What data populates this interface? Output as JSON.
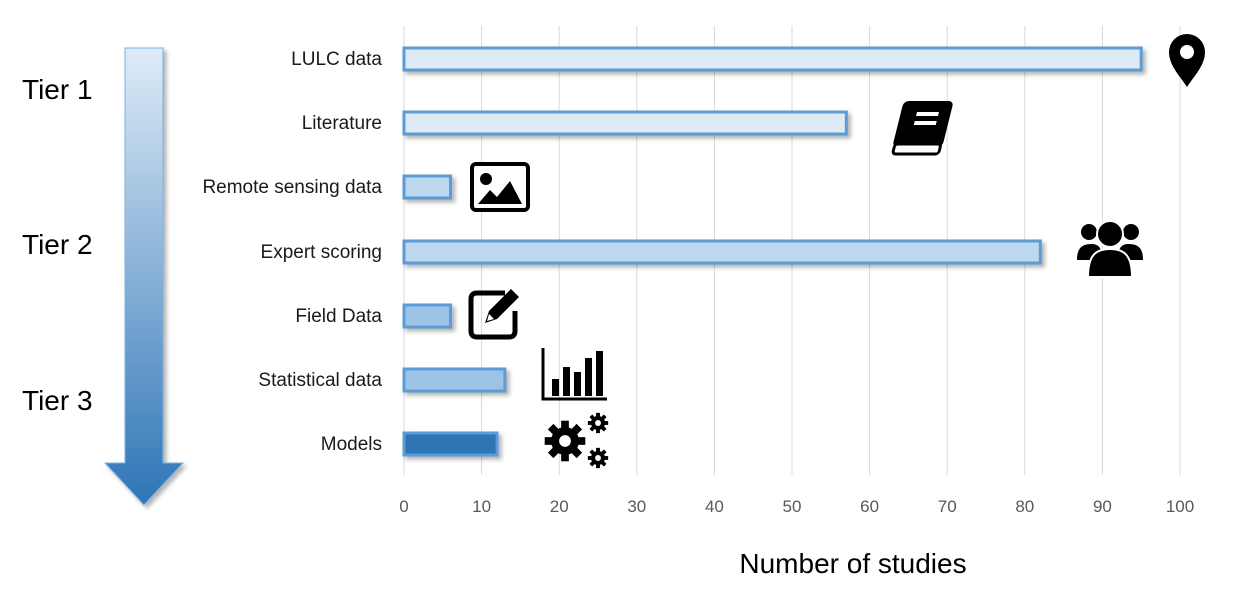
{
  "chart_data": {
    "type": "bar",
    "orientation": "horizontal",
    "categories": [
      "LULC data",
      "Literature",
      "Remote sensing data",
      "Expert scoring",
      "Field Data",
      "Statistical data",
      "Models"
    ],
    "values": [
      95,
      57,
      6,
      82,
      6,
      13,
      12
    ],
    "xlabel": "Number of studies",
    "ylabel": "",
    "xlim": [
      0,
      100
    ],
    "xticks": [
      0,
      10,
      20,
      30,
      40,
      50,
      60,
      70,
      80,
      90,
      100
    ],
    "grid": "vertical",
    "bar_colors": [
      "#deebf7",
      "#deebf7",
      "#bdd7ee",
      "#bdd7ee",
      "#9dc3e6",
      "#9dc3e6",
      "#2e75b6"
    ],
    "bar_edge_color": "#5b9bd5",
    "icons": [
      "map-pin-icon",
      "book-icon",
      "image-icon",
      "users-icon",
      "edit-icon",
      "bar-chart-icon",
      "gears-icon"
    ],
    "tiers": {
      "labels": [
        "Tier 1",
        "Tier 2",
        "Tier 3"
      ],
      "arrow_colors": [
        "#deebf7",
        "#2e75b6"
      ]
    }
  }
}
